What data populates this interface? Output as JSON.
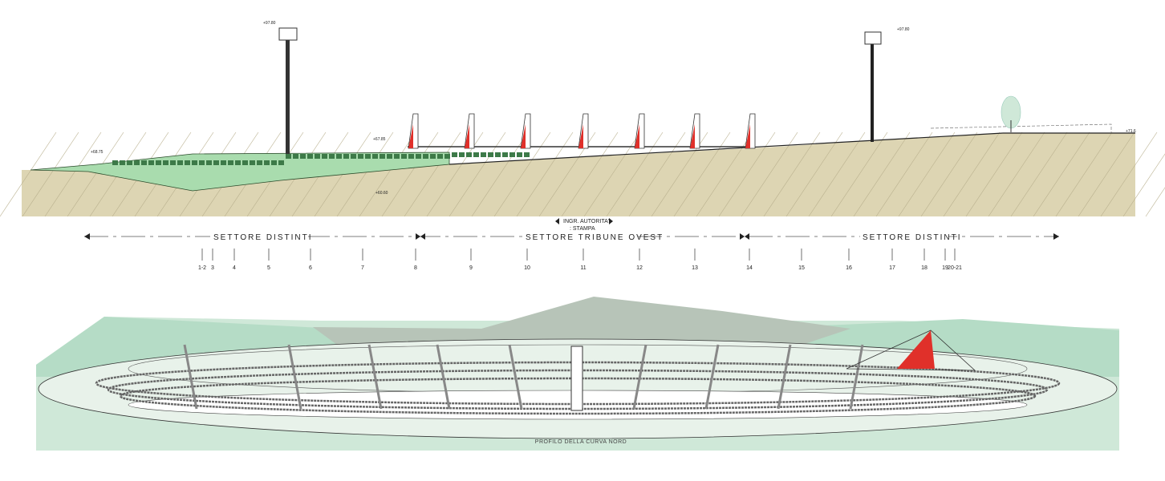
{
  "section": {
    "elevations": [
      "+97.80",
      "+97.80",
      "+68.75",
      "+67.85",
      "+60.60",
      "+71.6"
    ],
    "entrance_label_line1": "INGR. AUTORITA'",
    "entrance_label_line2": ": STAMPA",
    "sectors": [
      "SETTORE DISTINTI",
      "SETTORE TRIBUNE OVEST",
      "SETTORE DISTINTI"
    ],
    "ticks": [
      "1-2",
      "3",
      "4",
      "5",
      "6",
      "7",
      "8",
      "9",
      "10",
      "11",
      "12",
      "13",
      "14",
      "15",
      "16",
      "17",
      "18",
      "19",
      "20-21"
    ]
  },
  "perspective": {
    "caption": "PROFILO DELLA CURVA NORD"
  },
  "colors": {
    "ground": "#ddd5b3",
    "seating_green": "#a9dcae",
    "accent_red": "#e0302a",
    "landscape_green": "#cfe8d8",
    "hill_green": "#b5dcc6",
    "mountain_gray": "#b7c4b8"
  }
}
